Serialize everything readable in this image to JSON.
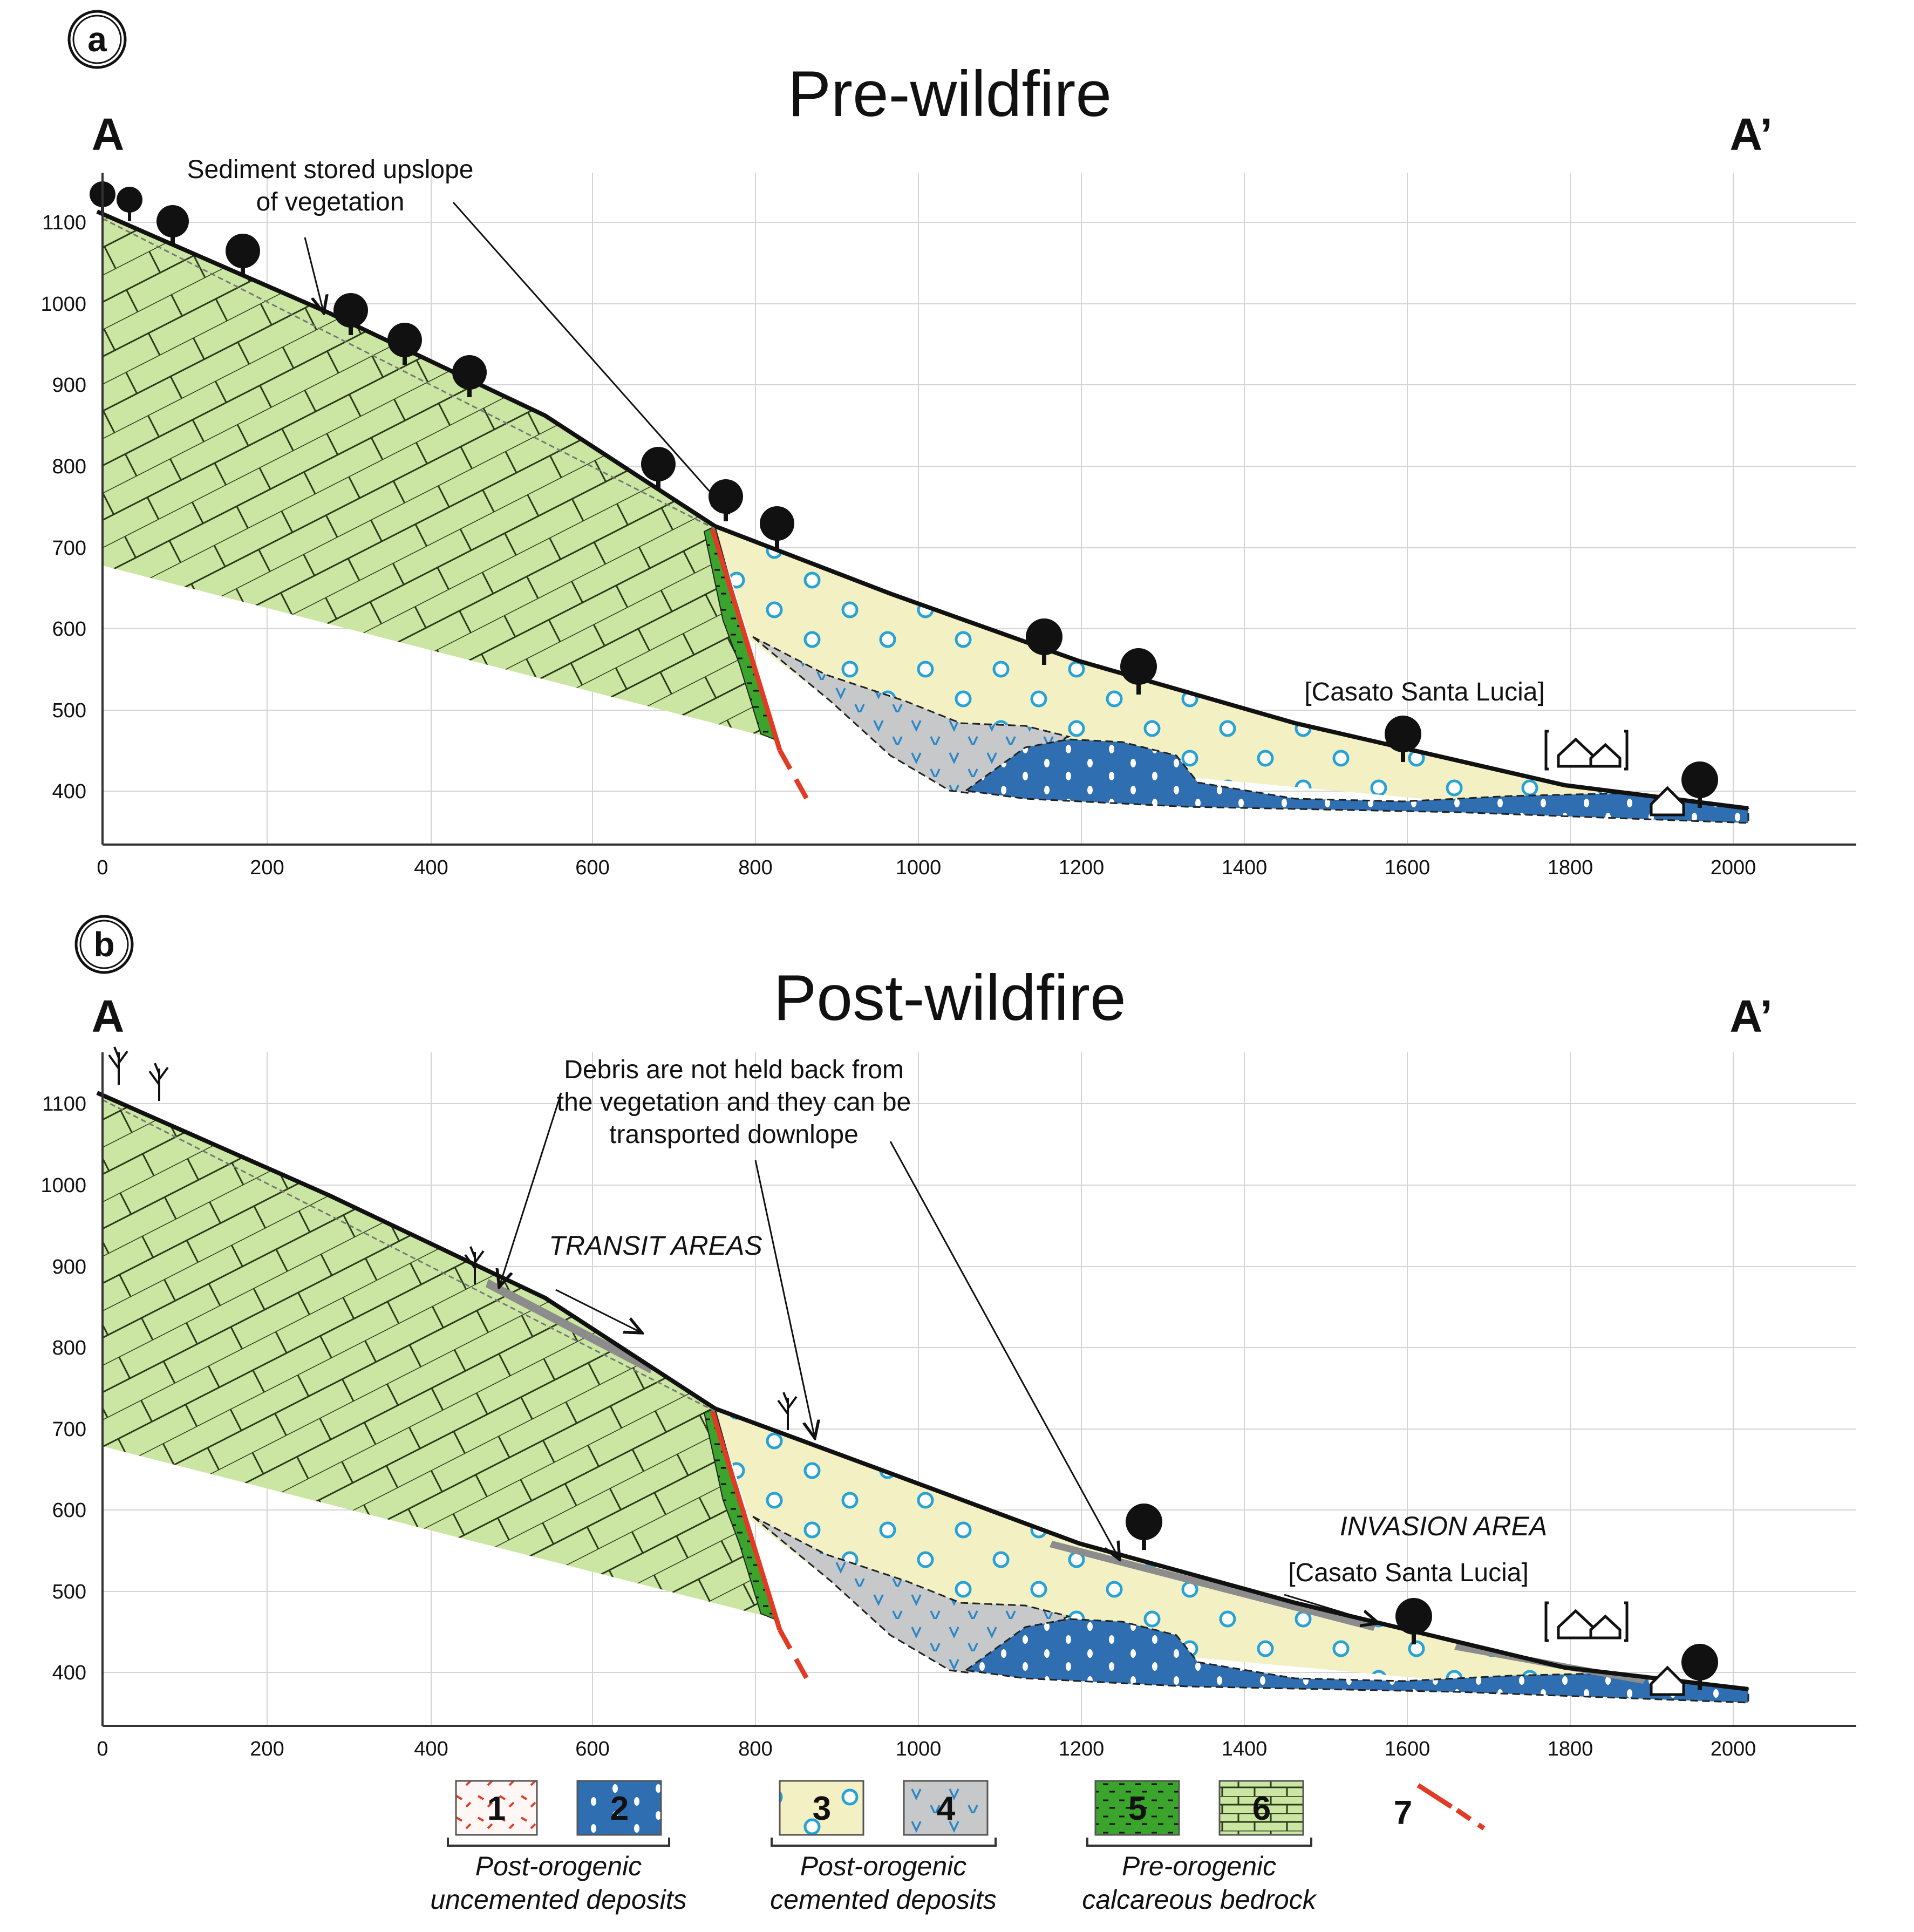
{
  "panel_a": {
    "letter": "a",
    "title": "Pre-wildfire",
    "start_label": "A",
    "end_label": "A’",
    "annotation_lines": [
      "Sediment stored upslope",
      "of vegetation"
    ],
    "place_label": "[Casato Santa Lucia]"
  },
  "panel_b": {
    "letter": "b",
    "title": "Post-wildfire",
    "start_label": "A",
    "end_label": "A’",
    "annotation_lines": [
      "Debris are not held back from",
      "the vegetation and they can be",
      "transported downlope"
    ],
    "transit_label": "TRANSIT AREAS",
    "invasion_label": "INVASION AREA",
    "place_label": "[Casato Santa Lucia]"
  },
  "axes": {
    "x_ticks": [
      "0",
      "200",
      "400",
      "600",
      "800",
      "1000",
      "1200",
      "1400",
      "1600",
      "1800",
      "2000"
    ],
    "y_ticks": [
      "400",
      "500",
      "600",
      "700",
      "800",
      "900",
      "1000",
      "1100"
    ]
  },
  "legend": {
    "items": [
      {
        "num": "1",
        "color": "#fff7f5",
        "pattern": "red dashes"
      },
      {
        "num": "2",
        "color": "#2f6fb1",
        "pattern": "white dots"
      },
      {
        "num": "3",
        "color": "#f3f0c4",
        "pattern": "blue circles"
      },
      {
        "num": "4",
        "color": "#c6c8ca",
        "pattern": "blue v marks"
      },
      {
        "num": "5",
        "color": "#3aa42d",
        "pattern": "black dashes"
      },
      {
        "num": "6",
        "color": "#cbe6a2",
        "pattern": "brick lines"
      },
      {
        "num": "7",
        "color": "#e23b25",
        "pattern": "red dashed fault"
      }
    ],
    "group1": [
      "Post-orogenic",
      "uncemented deposits"
    ],
    "group2": [
      "Post-orogenic",
      "cemented deposits"
    ],
    "group3": [
      "Pre-orogenic",
      "calcareous bedrock"
    ]
  },
  "colors": {
    "bedrock": "#cbe6a2",
    "limestone_band": "#3aa42d",
    "cemented": "#f3f0c4",
    "gray_deposit": "#c6c8ca",
    "blue_deposit": "#2f6fb1",
    "fault": "#e23b25",
    "grid": "#d4d4d4"
  }
}
